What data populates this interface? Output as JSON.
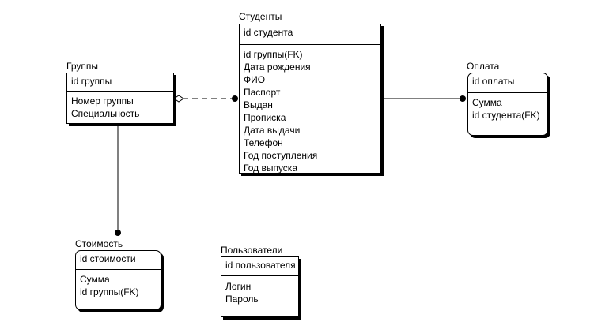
{
  "entities": {
    "students": {
      "title": "Студенты",
      "pk": "id студента",
      "attributes": [
        "id группы(FK)",
        "Дата рождения",
        "ФИО",
        "Паспорт",
        "Выдан",
        "Прописка",
        "Дата выдачи",
        "Телефон",
        "Год поступления",
        "Год выпуска"
      ]
    },
    "groups": {
      "title": "Группы",
      "pk": "id группы",
      "attributes": [
        "Номер группы",
        "Специальность"
      ]
    },
    "payment": {
      "title": "Оплата",
      "pk": "id оплаты",
      "attributes": [
        "Сумма",
        "id студента(FK)"
      ]
    },
    "cost": {
      "title": "Стоимость",
      "pk": "id стоимости",
      "attributes": [
        "Сумма",
        "id группы(FK)"
      ]
    },
    "users": {
      "title": "Пользователи",
      "pk": "id пользователя",
      "attributes": [
        "Логин",
        "Пароль"
      ]
    }
  }
}
